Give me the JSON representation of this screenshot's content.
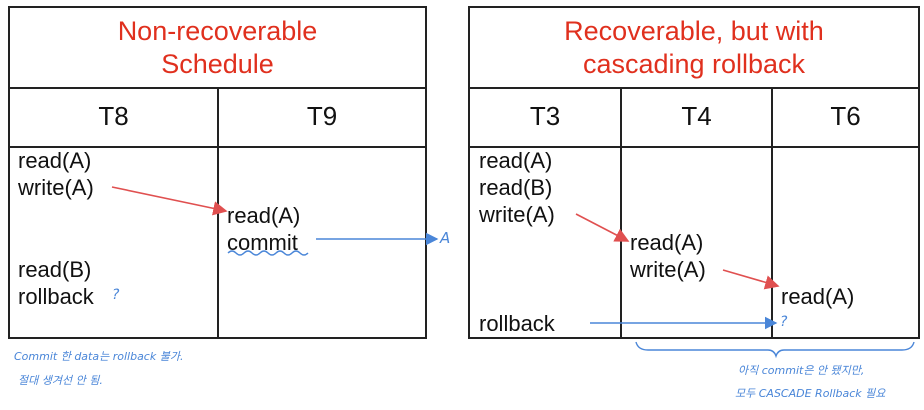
{
  "left_table": {
    "title_line1": "Non-recoverable",
    "title_line2": "Schedule",
    "columns": [
      "T8",
      "T9"
    ],
    "t8_ops": [
      "read(A)",
      "write(A)",
      "read(B)",
      "rollback"
    ],
    "t9_ops": [
      "read(A)",
      "commit"
    ],
    "rollback_mark": "?",
    "commit_target": "A"
  },
  "right_table": {
    "title_line1": "Recoverable, but with",
    "title_line2": "cascading rollback",
    "columns": [
      "T3",
      "T4",
      "T6"
    ],
    "t3_ops": [
      "read(A)",
      "read(B)",
      "write(A)",
      "rollback"
    ],
    "t4_ops": [
      "read(A)",
      "write(A)"
    ],
    "t6_ops": [
      "read(A)"
    ],
    "rollback_mark": "?"
  },
  "annotations": {
    "left_note_line1": "Commit 한 data는 rollback 불가.",
    "left_note_line2": "절대 생겨선 안 됨.",
    "right_note_line1": "아직 commit은 안 됐지만,",
    "right_note_line2": "모두 CASCADE Rollback 필요"
  },
  "colors": {
    "title_red": "#e0301e",
    "arrow_red": "#e05050",
    "annotation_blue": "#4a86d8",
    "border": "#222222"
  }
}
